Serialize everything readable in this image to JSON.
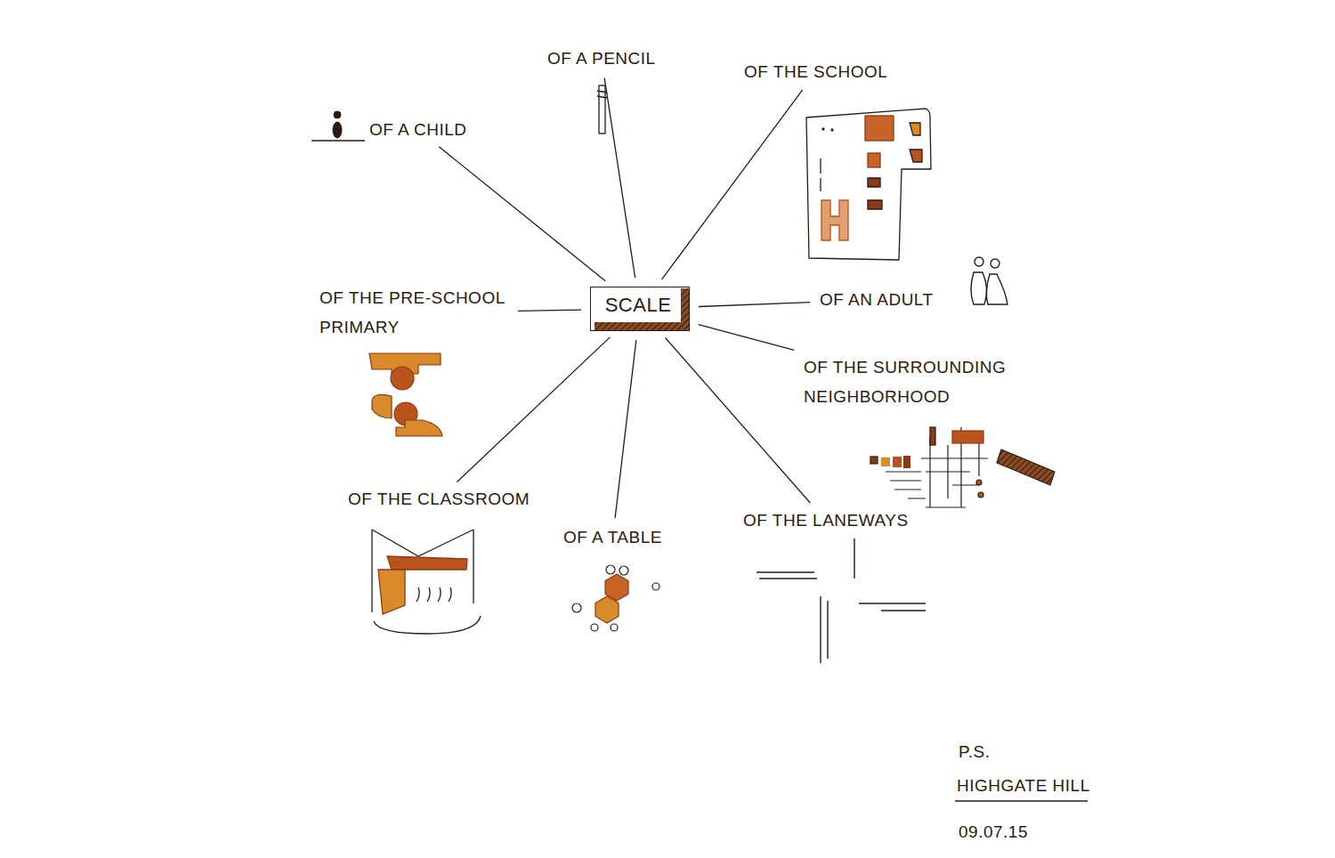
{
  "diagram": {
    "nodes": [
      {
        "text": [
          "SCALE"
        ]
      },
      {
        "text": [
          "OF A CHILD"
        ]
      },
      {
        "text": [
          "OF A PENCIL"
        ]
      },
      {
        "text": [
          "OF THE SCHOOL"
        ]
      },
      {
        "text": [
          "OF THE PRE-SCHOOL PRIMARY"
        ]
      },
      {
        "text": [
          "OF AN ADULT"
        ]
      },
      {
        "text": [
          "OF THE SURROUNDING NEIGHBORHOOD"
        ]
      },
      {
        "text": [
          "OF THE CLASSROOM"
        ]
      },
      {
        "text": [
          "OF A TABLE"
        ]
      },
      {
        "text": [
          "OF THE LANEWAYS"
        ]
      }
    ],
    "edges": [
      {
        "from": 0,
        "to": 1,
        "arrow": "none"
      },
      {
        "from": 0,
        "to": 2,
        "arrow": "none"
      },
      {
        "from": 0,
        "to": 3,
        "arrow": "none"
      },
      {
        "from": 0,
        "to": 4,
        "arrow": "none"
      },
      {
        "from": 0,
        "to": 5,
        "arrow": "none"
      },
      {
        "from": 0,
        "to": 6,
        "arrow": "none"
      },
      {
        "from": 0,
        "to": 7,
        "arrow": "none"
      },
      {
        "from": 0,
        "to": 8,
        "arrow": "none"
      },
      {
        "from": 0,
        "to": 9,
        "arrow": "none"
      }
    ],
    "labels": [
      "P.S.",
      "HIGHGATE HILL",
      "09.07.15"
    ]
  }
}
